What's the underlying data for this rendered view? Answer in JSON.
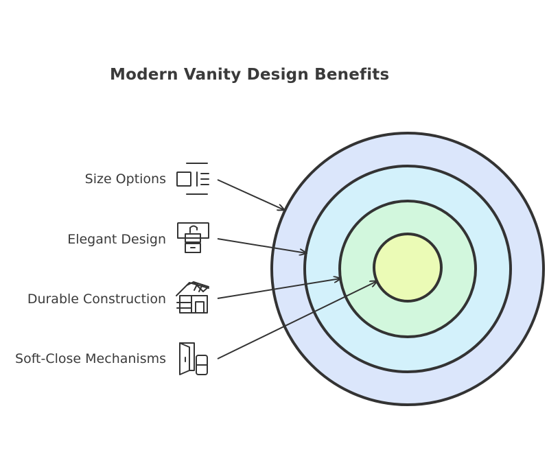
{
  "title": "Modern Vanity Design Benefits",
  "layers": [
    {
      "label": "Size Options",
      "icon": "size-options-icon",
      "fill": "#dbe6fb"
    },
    {
      "label": "Elegant Design",
      "icon": "vanity-cabinet-icon",
      "fill": "#d3f1fb"
    },
    {
      "label": "Durable Construction",
      "icon": "house-construction-icon",
      "fill": "#d2f7dd"
    },
    {
      "label": "Soft-Close Mechanisms",
      "icon": "door-drawer-icon",
      "fill": "#ebfbb6"
    }
  ],
  "colors": {
    "stroke": "#333333",
    "text": "#3a3a3a"
  }
}
